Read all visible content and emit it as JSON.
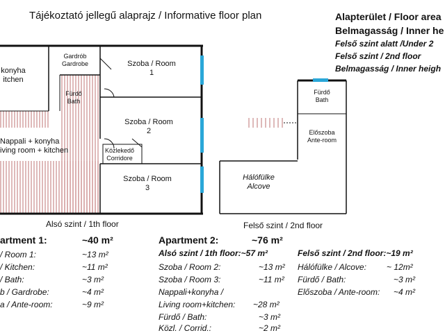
{
  "title": "Tájékoztató jellegű alaprajz / Informative floor plan",
  "header_right": {
    "lines": [
      "Alapterület / Floor area",
      "Belmagasság / Inner he",
      "Felső szint alatt /Under  2",
      "Felső szint / 2nd floor",
      "Belmagasság / Inner heigh"
    ]
  },
  "plan_left": {
    "rooms": {
      "konyha": [
        "konyha",
        "itchen"
      ],
      "gardrob": [
        "Gardrób",
        "Gardrobe"
      ],
      "szoba1": [
        "Szoba / Room",
        "1"
      ],
      "furdo": [
        "Fürdő",
        "Bath"
      ],
      "szoba2": [
        "Szoba / Room",
        "2"
      ],
      "nappali": [
        "Nappali + konyha",
        "iving room + kitchen"
      ],
      "kozlekedo": [
        "Közlekedő",
        "Corridore"
      ],
      "szoba3": [
        "Szoba / Room",
        "3"
      ]
    },
    "caption": "Alsó szint / 1th floor"
  },
  "plan_right": {
    "rooms": {
      "furdo": [
        "Fürdő",
        "Bath"
      ],
      "eloszoba": [
        "Előszoba",
        "Ante-room"
      ],
      "halofulke": [
        "Hálófülke",
        "Alcove"
      ]
    },
    "caption": "Felső szint / 2nd floor"
  },
  "apartment1": {
    "name": "artment 1:",
    "total": "~40 m²",
    "rows": [
      {
        "label": "/ Room 1:",
        "value": "~13 m²"
      },
      {
        "label": "/ Kitchen:",
        "value": "~11 m²"
      },
      {
        "label": "/ Bath:",
        "value": "~3 m²"
      },
      {
        "label": "b / Gardrobe:",
        "value": "~4 m²"
      },
      {
        "label": "a / Ante-room:",
        "value": "~9 m²"
      }
    ]
  },
  "apartment2": {
    "name": "Apartment 2:",
    "total": "~76 m²",
    "lower_label": "Alsó szint / 1th floor:",
    "lower_total": "~57 m²",
    "rows": [
      {
        "label": "Szoba / Room 2:",
        "value": "~13 m²"
      },
      {
        "label": "Szoba / Room 3:",
        "value": "~11 m²"
      },
      {
        "label": "Nappali+konyha /",
        "value": ""
      },
      {
        "label": "Living room+kitchen:",
        "value": "~28 m²"
      },
      {
        "label": "Fürdő / Bath:",
        "value": "~3 m²"
      },
      {
        "label": "Közl. / Corrid.:",
        "value": "~2 m²"
      }
    ],
    "upper_label": "Felső szint / 2nd floor:",
    "upper_total": "~19 m²",
    "upper_rows": [
      {
        "label": "Hálófülke / Alcove:",
        "value": "~ 12m²"
      },
      {
        "label": "Fürdő / Bath:",
        "value": "~3 m²"
      },
      {
        "label": "Előszoba / Ante-room:",
        "value": "~4 m²"
      }
    ]
  },
  "colors": {
    "wall": "#111111",
    "hatch": "#c98a8a",
    "window": "#2aa7d8"
  }
}
